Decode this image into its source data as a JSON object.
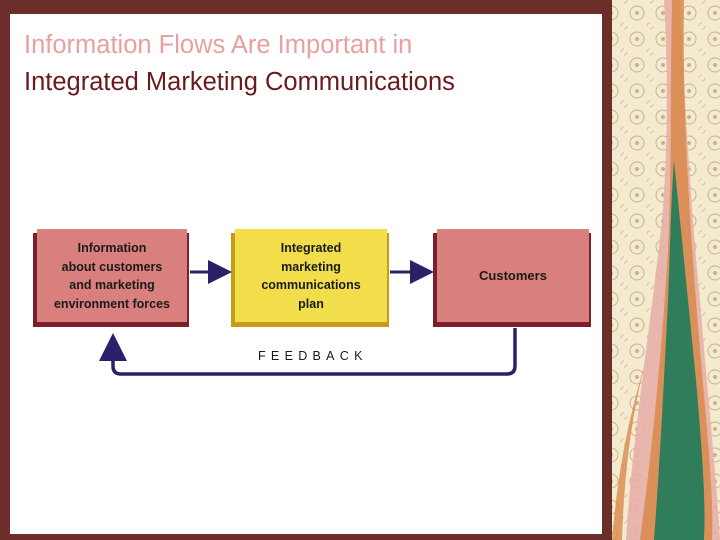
{
  "slide": {
    "title_line1": "Information Flows Are Important in",
    "title_line2": "Integrated Marketing Communications"
  },
  "diagram": {
    "nodes": [
      {
        "id": "info",
        "lines": [
          "Information",
          "about customers",
          "and marketing",
          "environment forces"
        ]
      },
      {
        "id": "plan",
        "lines": [
          "Integrated",
          "marketing",
          "communications",
          "plan"
        ]
      },
      {
        "id": "customers",
        "lines": [
          "Customers"
        ]
      }
    ],
    "edges": [
      {
        "from": "info",
        "to": "plan"
      },
      {
        "from": "plan",
        "to": "customers"
      },
      {
        "from": "customers",
        "to": "info",
        "label": "FEEDBACK"
      }
    ],
    "feedback_label": "FEEDBACK"
  },
  "colors": {
    "title_line1": "#e8a0a0",
    "title_line2": "#6b1a1f",
    "frame": "#6b2e2a",
    "box_pink": "#d9807e",
    "box_pink_shadow": "#7a1f2c",
    "box_yellow": "#f2de4a",
    "box_yellow_shadow": "#c79a1a",
    "arrow": "#2e1f6b",
    "decor_green": "#2f7d5a",
    "decor_orange": "#d98a4a",
    "decor_pink": "#e8b0a8",
    "decor_cream": "#f4ead0"
  }
}
